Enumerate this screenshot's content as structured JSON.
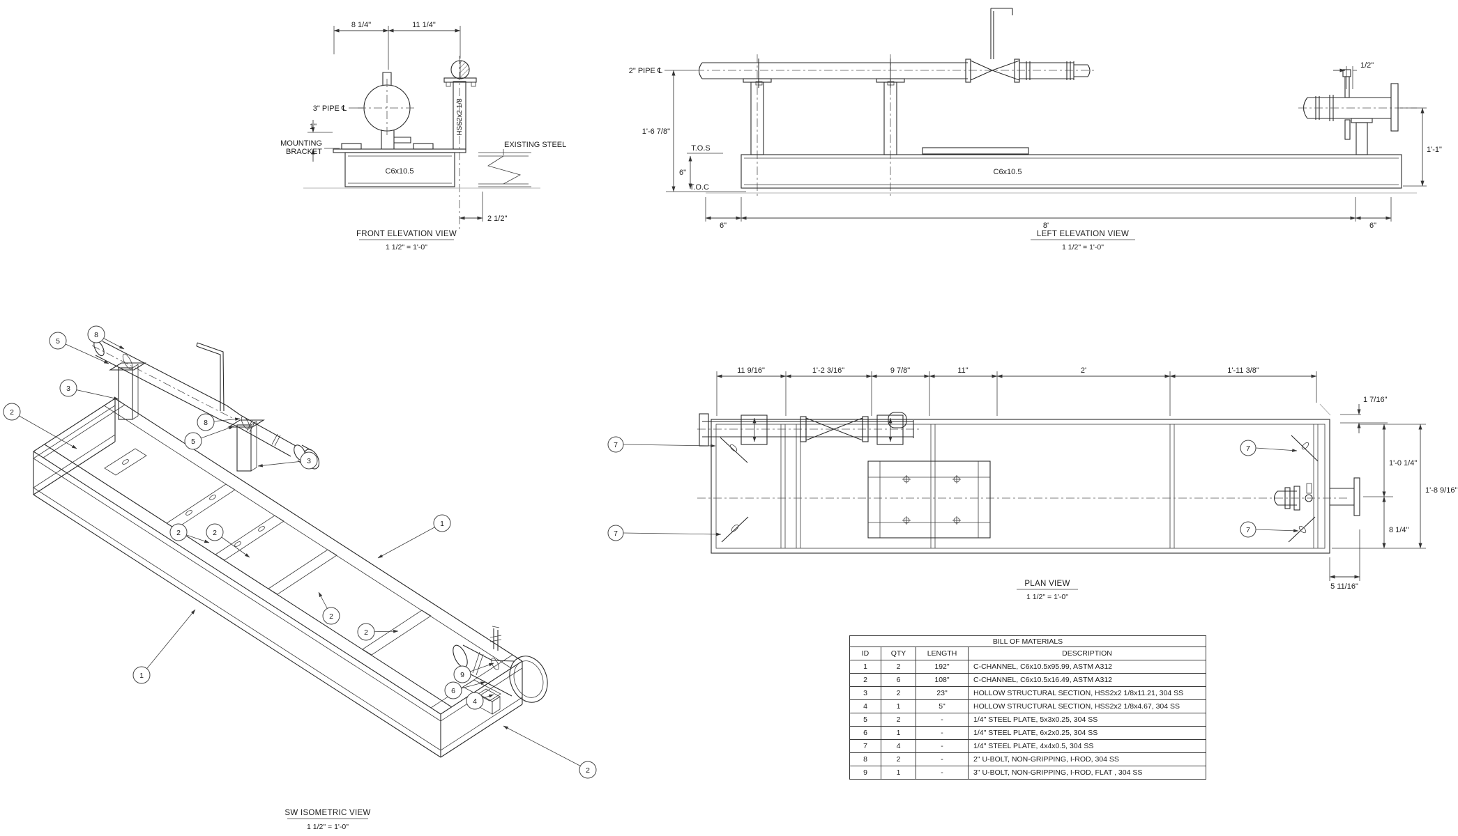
{
  "drawing": {
    "front": {
      "title": "FRONT ELEVATION VIEW",
      "scale": "1 1/2\" = 1'-0\"",
      "dims": [
        "8 1/4\"",
        "11 1/4\"",
        "1\"",
        "2 1/2\""
      ],
      "labels": {
        "pipe": "3\" PIPE ℄",
        "m1": "MOUNTING",
        "m2": "BRACKET",
        "hss": "HSS2x2 1/8",
        "ch": "C6x10.5",
        "ex": "EXISTING STEEL"
      }
    },
    "left": {
      "title": "LEFT ELEVATION VIEW",
      "scale": "1 1/2\" = 1'-0\"",
      "labels": {
        "pipe": "2\" PIPE ℄",
        "tos": "T.O.S",
        "toc": "T.O.C",
        "ch": "C6x10.5"
      },
      "dims": [
        "1'-6 7/8\"",
        "6\"",
        "6\"",
        "8'",
        "6\"",
        "1/2\"",
        "1'-1\""
      ]
    },
    "plan": {
      "title": "PLAN VIEW",
      "scale": "1 1/2\" = 1'-0\"",
      "dims_top": [
        "11 9/16\"",
        "1'-2 3/16\"",
        "9 7/8\"",
        "11\"",
        "2'",
        "1'-11 3/8\""
      ],
      "dims_right": [
        "1 7/16\"",
        "1'-0 1/4\"",
        "1'-8 9/16\"",
        "8 1/4\"",
        "5 11/16\""
      ],
      "balloons": [
        "7",
        "7",
        "7",
        "7"
      ]
    },
    "iso": {
      "title": "SW ISOMETRIC VIEW",
      "scale": "1 1/2\" = 1'-0\"",
      "balloons": [
        "5",
        "8",
        "3",
        "2",
        "8",
        "5",
        "3",
        "2",
        "2",
        "1",
        "2",
        "2",
        "1",
        "9",
        "6",
        "4",
        "2"
      ]
    },
    "bom": {
      "title": "BILL OF MATERIALS",
      "columns": [
        "ID",
        "QTY",
        "LENGTH",
        "DESCRIPTION"
      ],
      "rows": [
        {
          "id": "1",
          "qty": "2",
          "length": "192\"",
          "desc": "C-CHANNEL, C6x10.5x95.99,  ASTM A312"
        },
        {
          "id": "2",
          "qty": "6",
          "length": "108\"",
          "desc": "C-CHANNEL, C6x10.5x16.49,  ASTM A312"
        },
        {
          "id": "3",
          "qty": "2",
          "length": "23\"",
          "desc": "HOLLOW STRUCTURAL SECTION, HSS2x2 1/8x11.21, 304 SS"
        },
        {
          "id": "4",
          "qty": "1",
          "length": "5\"",
          "desc": "HOLLOW STRUCTURAL SECTION, HSS2x2 1/8x4.67, 304 SS"
        },
        {
          "id": "5",
          "qty": "2",
          "length": "-",
          "desc": "1/4\" STEEL PLATE, 5x3x0.25, 304 SS"
        },
        {
          "id": "6",
          "qty": "1",
          "length": "-",
          "desc": "1/4\" STEEL PLATE, 6x2x0.25, 304 SS"
        },
        {
          "id": "7",
          "qty": "4",
          "length": "-",
          "desc": "1/4\" STEEL PLATE, 4x4x0.5, 304 SS"
        },
        {
          "id": "8",
          "qty": "2",
          "length": "-",
          "desc": "2\" U-BOLT, NON-GRIPPING, I-ROD, 304 SS"
        },
        {
          "id": "9",
          "qty": "1",
          "length": "-",
          "desc": "3\" U-BOLT, NON-GRIPPING, I-ROD, FLAT , 304 SS"
        }
      ]
    }
  }
}
